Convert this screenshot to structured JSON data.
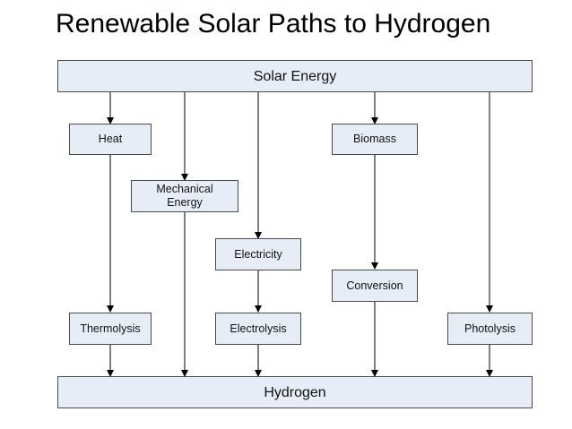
{
  "title": "Renewable Solar Paths to Hydrogen",
  "nodes": {
    "solar": "Solar Energy",
    "heat": "Heat",
    "biomass": "Biomass",
    "mechanical_line1": "Mechanical",
    "mechanical_line2": "Energy",
    "electricity": "Electricity",
    "conversion": "Conversion",
    "thermolysis": "Thermolysis",
    "electrolysis": "Electrolysis",
    "photolysis": "Photolysis",
    "hydrogen": "Hydrogen"
  }
}
